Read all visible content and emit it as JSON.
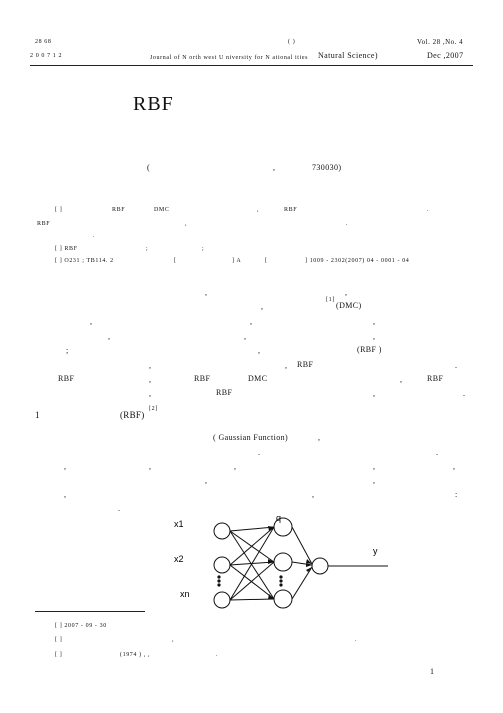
{
  "header": {
    "left_top": "28      68",
    "left_bottom": "2 0 0 7   1 2",
    "center_paren": "(            )",
    "journal": "Journal  of  N orth west  U niversity  for  N ational ities",
    "journal_tail": "Natural  Science)",
    "right_top": "Vol. 28 ,No. 4",
    "right_bottom": "Dec ,2007"
  },
  "title": "RBF",
  "affiliation": {
    "left": "(",
    "comma": ",",
    "postcode": "730030)"
  },
  "abstract": {
    "line1": {
      "bracket": "[       ]",
      "rbf1": "RBF",
      "dmc": "DMC",
      "comma": ",",
      "rbf2": "RBF",
      "end": "."
    },
    "line2": {
      "rbf": "RBF",
      "comma": ",",
      "end": "."
    },
    "line3": "."
  },
  "keywords": {
    "bracket": "[       ] RBF",
    "sep1": ";",
    "sep2": ";"
  },
  "classification": {
    "clc": "[              ] O231 ; TB114. 2",
    "doc_label": "[",
    "doc_code": "] A",
    "article_label": "[",
    "article_id": "] 1009 - 2302(2007) 04 - 0001 - 04"
  },
  "intro": {
    "p1_l1_comma": ",",
    "p1_l2_comma": ",",
    "ref1": "[1]",
    "dmc": "(DMC)",
    "l3_a": ",",
    "l3_b": ",",
    "l3_c": ",",
    "l4_a": ",",
    "l4_b": ",",
    "l4_c": ",",
    "l5_a": ";",
    "l5_b": ",",
    "l5_rbf": "(RBF    )",
    "l6_a": ",",
    "l6_b": ",",
    "l6_rbf": "RBF",
    "l6_end": ".",
    "l7_rbf1": "RBF",
    "l7_a": ",",
    "l7_rbf2": "RBF",
    "l7_dmc": "DMC",
    "l7_b": ",",
    "l7_rbf3": "RBF",
    "l8_a": ",",
    "l8_rbf": "RBF",
    "l8_b": ",",
    "l8_end": "."
  },
  "section1": {
    "num": "1",
    "label": "(RBF)",
    "ref": "[2]"
  },
  "section_text": {
    "gauss": "( Gaussian  Function)",
    "gauss_comma": ",",
    "l2_a": ".",
    "l2_b": ".",
    "l3_a": ",",
    "l3_b": ",",
    "l3_c": ",",
    "l3_d": ",",
    "l3_e": ",",
    "l4_a": ",",
    "l4_b": ",",
    "l5_a": ",",
    "l5_b": ",",
    "l5_c": ":",
    "l6_a": "."
  },
  "diagram": {
    "inputs": [
      "x1",
      "x2",
      "xn"
    ],
    "hidden_label": "q",
    "output_label": "y"
  },
  "footnotes": {
    "received": "[       ] 2007 - 09 - 30",
    "fund_bracket": "[       ]",
    "fund_comma": ",",
    "fund_end": ".",
    "author_bracket": "[       ]",
    "author_year": "(1974    ) ,    ,",
    "author_end": "."
  },
  "page_number": "1"
}
